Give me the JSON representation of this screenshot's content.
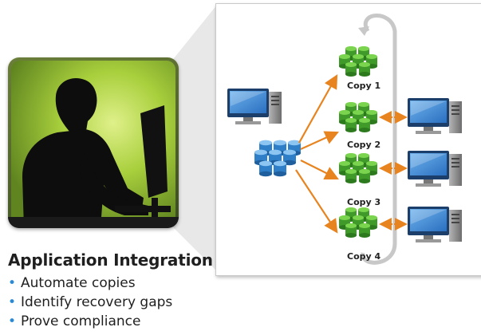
{
  "heading": "Application Integration",
  "bullets": [
    "Automate copies",
    "Identify recovery gaps",
    "Prove compliance"
  ],
  "diagram": {
    "copies": [
      "Copy 1",
      "Copy 2",
      "Copy 3",
      "Copy 4"
    ]
  },
  "colors": {
    "panel_background": "#8fc63f",
    "copy_database": "#4aa231",
    "source_database": "#2f7fc8",
    "arrow": "#e8841f",
    "loop": "#c8c8c8",
    "bullet": "#2a8ad6"
  },
  "icons": {
    "user": "person-at-computer-silhouette",
    "database": "database-cluster-icon",
    "server": "desktop-computer-icon"
  }
}
